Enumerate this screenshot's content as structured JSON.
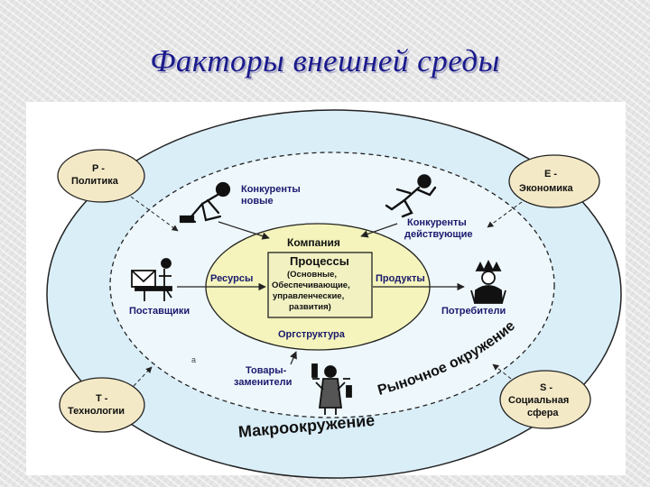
{
  "title": "Факторы внешней среды",
  "factors": {
    "p": {
      "letter": "P -",
      "name": "Политика"
    },
    "e": {
      "letter": "E -",
      "name": "Экономика"
    },
    "t": {
      "letter": "T -",
      "name": "Технологии"
    },
    "s": {
      "letter": "S -",
      "name": "Социальная",
      "name2": "сфера"
    }
  },
  "company": {
    "label": "Компания",
    "processes": "Процессы",
    "process_types": [
      "(Основные,",
      "Обеспечивающие,",
      "управленческие,",
      "развития)"
    ],
    "resources": "Ресурсы",
    "products": "Продукты",
    "org_structure": "Оргструктура"
  },
  "market": {
    "new_competitors": [
      "Конкуренты",
      "новые"
    ],
    "active_competitors": [
      "Конкуренты",
      "действующие"
    ],
    "suppliers": "Поставщики",
    "consumers": "Потребители",
    "substitutes": [
      "Товары-",
      "заменители"
    ],
    "label": "Рыночное окружение",
    "stray_mark": "a"
  },
  "macro_label": "Макроокружение",
  "colors": {
    "title": "#1a1a8c",
    "outer": "#daeef8",
    "inner": "#eef7fb",
    "company": "#f4f4bc",
    "factor": "#f4e9c6",
    "text": "#1a1a6e"
  }
}
